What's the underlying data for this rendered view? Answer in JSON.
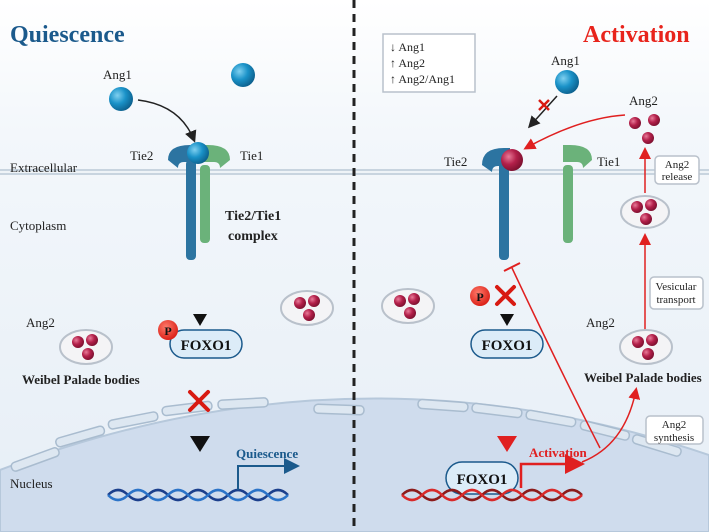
{
  "left": {
    "title": "Quiescence",
    "ang1_label": "Ang1",
    "tie2_label": "Tie2",
    "tie1_label": "Tie1",
    "complex_line1": "Tie2/Tie1",
    "complex_line2": "complex",
    "phospho": "P",
    "foxo1": "FOXO1",
    "ang2_label": "Ang2",
    "weibel_label": "Weibel Palade bodies",
    "gene_label": "Quiescence"
  },
  "right": {
    "title": "Activation",
    "legend": [
      "↓ Ang1",
      "↑ Ang2",
      "↑ Ang2/Ang1"
    ],
    "ang1_label": "Ang1",
    "ang2_label_top": "Ang2",
    "tie2_label": "Tie2",
    "tie1_label": "Tie1",
    "ang2_release_line1": "Ang2",
    "ang2_release_line2": "release",
    "vesicular_line1": "Vesicular",
    "vesicular_line2": "transport",
    "phospho": "P",
    "foxo1": "FOXO1",
    "ang2_label": "Ang2",
    "weibel_label": "Weibel Palade bodies",
    "synthesis_line1": "Ang2",
    "synthesis_line2": "synthesis",
    "nuclear_foxo1": "FOXO1",
    "gene_label": "Activation"
  },
  "compartments": {
    "extracellular": "Extracellular",
    "cytoplasm": "Cytoplasm",
    "nucleus": "Nucleus"
  },
  "colors": {
    "quiescence_title": "#1b5a8c",
    "activation_title": "#e8241c",
    "tie2": "#2c74a1",
    "tie1": "#6bb27a",
    "ang1": "#1a92c8",
    "ang2": "#b3204a",
    "arrow_red": "#e02020",
    "phospho": "#e8261d"
  }
}
